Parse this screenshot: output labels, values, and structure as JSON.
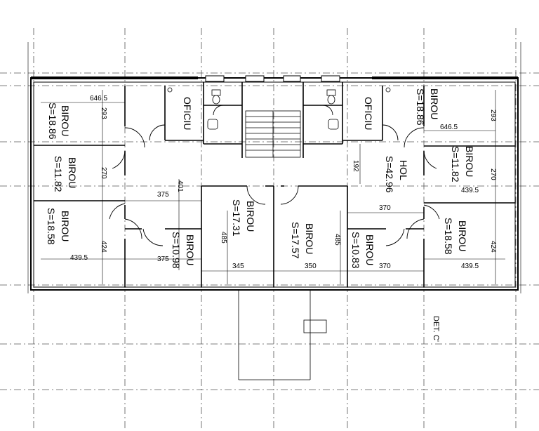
{
  "rooms": {
    "birou_nw": {
      "name": "BIROU",
      "area": "S=18.86"
    },
    "oficiu_w": {
      "name": "OFICIU"
    },
    "birou_w2": {
      "name": "BIROU",
      "area": "S=11.82"
    },
    "birou_sw": {
      "name": "BIROU",
      "area": "S=18.58"
    },
    "birou_c1": {
      "name": "BIROU",
      "area": "S=10.98"
    },
    "birou_c2": {
      "name": "BIROU",
      "area": "S=17.31"
    },
    "birou_c3": {
      "name": "BIROU",
      "area": "S=17.57"
    },
    "birou_c4": {
      "name": "BIROU",
      "area": "S=10.83"
    },
    "hol": {
      "name": "HOL",
      "area": "S=42.96"
    },
    "oficiu_e": {
      "name": "OFICIU"
    },
    "birou_ne": {
      "name": "BIROU",
      "area": "S=18.86"
    },
    "birou_e2": {
      "name": "BIROU",
      "area": "S=11.82"
    },
    "birou_se": {
      "name": "BIROU",
      "area": "S=18.58"
    }
  },
  "dimensions": {
    "nw_width": "646.5",
    "nw_height": "293",
    "w2_height": "270",
    "sw_height": "424",
    "sw_width": "439.5",
    "corridor_left": "375",
    "corridor_height": "401",
    "c1_width": "375",
    "c2_height": "485",
    "c2_width": "345",
    "c3_width": "350",
    "c3_height": "485",
    "c4_width": "370",
    "hol_height": "192",
    "hol_width": "370",
    "ne_width": "646.5",
    "ne_height": "293",
    "e2_width": "439.5",
    "e2_height": "270",
    "se_height": "424",
    "se_width": "439.5"
  },
  "detail_label": "DET. C'"
}
